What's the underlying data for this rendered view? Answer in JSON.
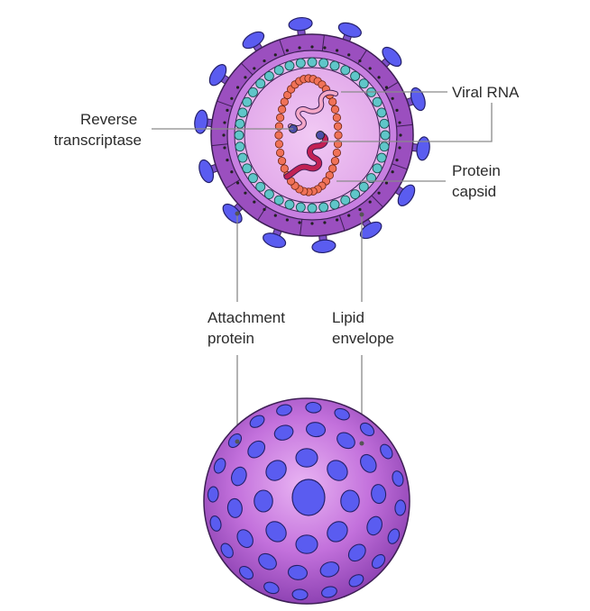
{
  "labels": {
    "reverse_transcriptase": [
      "Reverse",
      "transcriptase"
    ],
    "viral_rna": [
      "Viral RNA"
    ],
    "protein_capsid": [
      "Protein",
      "capsid"
    ],
    "attachment_protein": [
      "Attachment",
      "protein"
    ],
    "lipid_envelope": [
      "Lipid",
      "envelope"
    ]
  },
  "colors": {
    "envelope_purple": "#9b4fbf",
    "envelope_dark": "#7a3aa0",
    "interior_pink": "#e9b7ee",
    "capsid_teal": "#5fc6c9",
    "capsid_red": "#f07258",
    "knob_blue": "#5a5cf0",
    "rna_pink": "#f4a8c8",
    "rna_crimson": "#c22054",
    "sphere_purple": "#b964d4"
  },
  "icons": {
    "section_view": "virus-cross-section-icon",
    "external_view": "virus-sphere-icon"
  }
}
